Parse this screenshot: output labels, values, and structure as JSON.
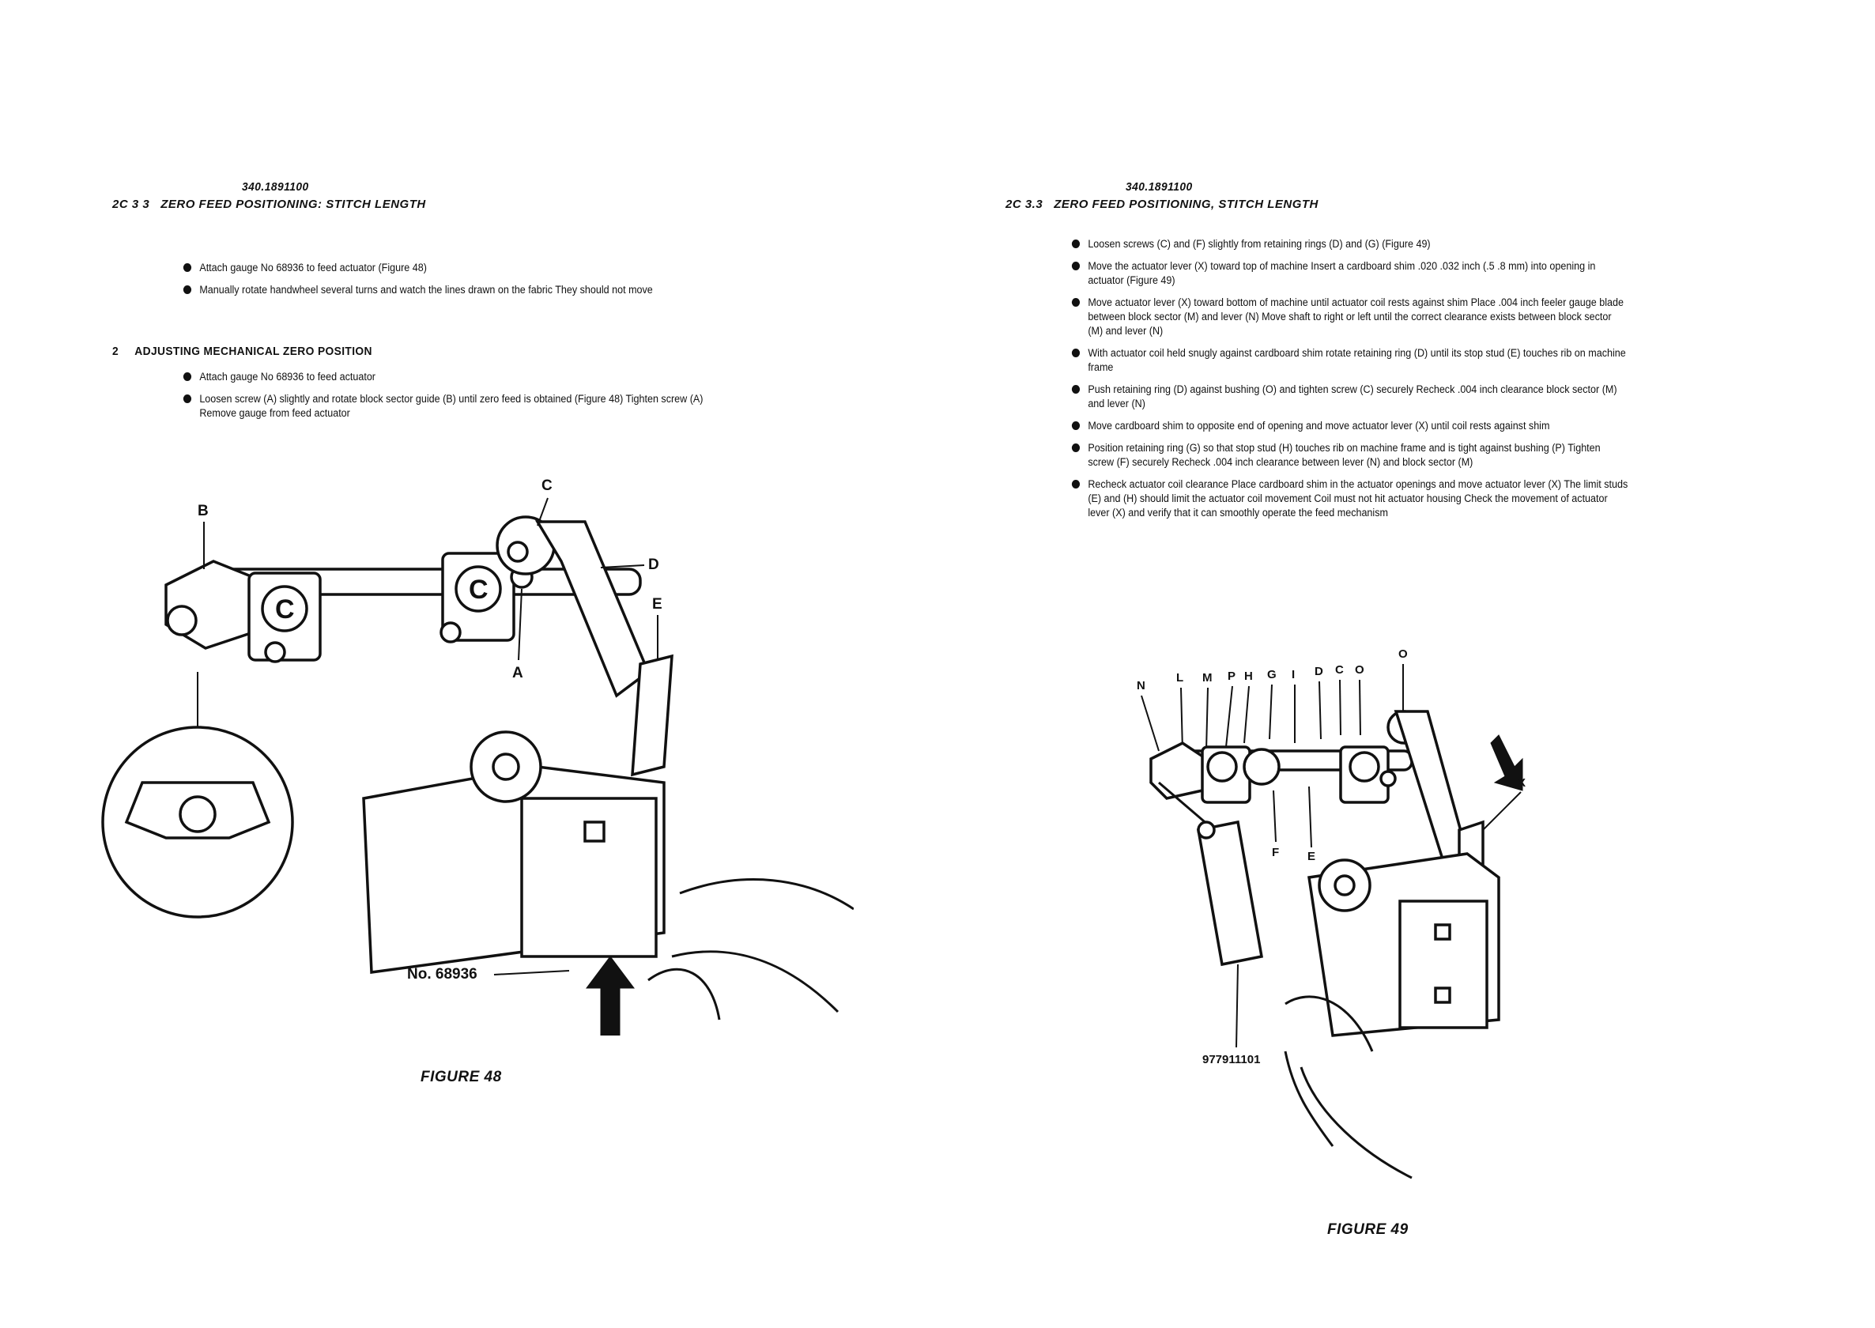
{
  "left_page": {
    "doc_number": "340.1891100",
    "section_number": "2C 3 3",
    "section_title": "ZERO FEED POSITIONING: STITCH LENGTH",
    "bullets_top": [
      "Attach gauge No 68936 to feed actuator (Figure 48)",
      "Manually rotate handwheel several turns and watch the lines drawn on the fabric They should not move"
    ],
    "subsection_number": "2",
    "subsection_title": "ADJUSTING MECHANICAL ZERO POSITION",
    "bullets_bottom": [
      "Attach gauge No 68936 to feed actuator",
      "Loosen screw (A) slightly and rotate block sector guide (B) until zero feed is obtained (Figure 48) Tighten screw (A) Remove gauge from feed actuator"
    ],
    "figure": {
      "caption": "FIGURE 48",
      "callouts": {
        "A": "A",
        "B": "B",
        "C": "C",
        "D": "D",
        "E": "E"
      },
      "gauge_label": "No. 68936"
    }
  },
  "right_page": {
    "doc_number": "340.1891100",
    "section_number": "2C 3.3",
    "section_title": "ZERO FEED POSITIONING, STITCH LENGTH",
    "bullets": [
      "Loosen screws (C) and (F) slightly from retaining rings (D) and (G) (Figure 49)",
      "Move the actuator lever (X) toward top of machine Insert a cardboard shim .020 .032 inch (.5 .8 mm) into opening in actuator (Figure 49)",
      "Move actuator lever (X) toward bottom of machine until actuator coil rests against shim Place .004 inch feeler gauge blade between block sector (M) and lever (N) Move shaft to right or left until the correct clearance exists between block sector (M) and lever (N)",
      "With actuator coil held snugly against cardboard shim rotate retaining ring (D) until its stop stud (E) touches rib on machine frame",
      "Push retaining ring (D) against bushing (O) and tighten screw (C) securely Recheck .004 inch clearance block sector (M) and lever (N)",
      "Move cardboard shim to opposite end of opening and move actuator lever (X) until coil rests against shim",
      "Position retaining ring (G) so that stop stud (H) touches rib on machine frame and is tight against bushing (P) Tighten screw (F) securely Recheck .004 inch clearance between lever (N) and block sector (M)",
      "Recheck actuator coil clearance Place cardboard shim in the actuator openings and move actuator lever (X) The limit studs (E) and (H) should limit the actuator coil movement Coil must not hit actuator housing Check the movement of actuator lever (X) and verify that it can smoothly operate the feed mechanism"
    ],
    "figure": {
      "caption": "FIGURE 49",
      "callouts_top": [
        "N",
        "L",
        "M",
        "P",
        "H",
        "G",
        "I",
        "D",
        "C",
        "O",
        "O"
      ],
      "callouts": {
        "F": "F",
        "E": "E",
        "X": "X"
      },
      "gauge_label": "977911101"
    }
  }
}
